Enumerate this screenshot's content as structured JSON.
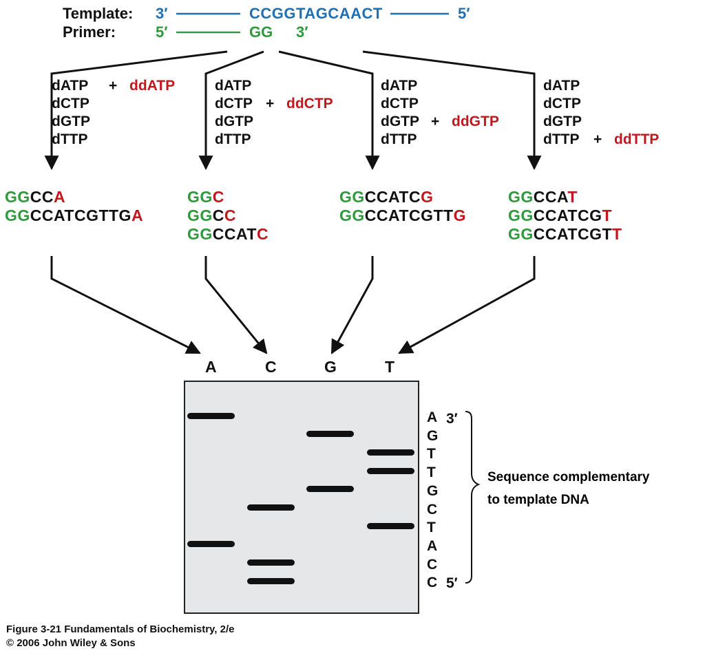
{
  "template": {
    "label": "Template:",
    "end_left": "3′",
    "sequence": "CCGGTAGCAACT",
    "end_right": "5′"
  },
  "primer": {
    "label": "Primer:",
    "end_left": "5′",
    "sequence": "GG",
    "end_right": "3′"
  },
  "reactions": [
    {
      "dntps": [
        "dATP",
        "dCTP",
        "dGTP",
        "dTTP"
      ],
      "plus": "+",
      "dd": "ddATP",
      "dd_row": 0,
      "products": [
        {
          "g": "GG",
          "k": "CC",
          "r": "A"
        },
        {
          "g": "GG",
          "k": "CCATCGTTG",
          "r": "A"
        }
      ]
    },
    {
      "dntps": [
        "dATP",
        "dCTP",
        "dGTP",
        "dTTP"
      ],
      "plus": "+",
      "dd": "ddCTP",
      "dd_row": 1,
      "products": [
        {
          "g": "GG",
          "k": "",
          "r": "C"
        },
        {
          "g": "GG",
          "k": "C",
          "r": "C"
        },
        {
          "g": "GG",
          "k": "CCAT",
          "r": "C"
        }
      ]
    },
    {
      "dntps": [
        "dATP",
        "dCTP",
        "dGTP",
        "dTTP"
      ],
      "plus": "+",
      "dd": "ddGTP",
      "dd_row": 2,
      "products": [
        {
          "g": "GG",
          "k": "CCATC",
          "r": "G"
        },
        {
          "g": "GG",
          "k": "CCATCGTT",
          "r": "G"
        }
      ]
    },
    {
      "dntps": [
        "dATP",
        "dCTP",
        "dGTP",
        "dTTP"
      ],
      "plus": "+",
      "dd": "ddTTP",
      "dd_row": 3,
      "products": [
        {
          "g": "GG",
          "k": "CCA",
          "r": "T"
        },
        {
          "g": "GG",
          "k": "CCATCG",
          "r": "T"
        },
        {
          "g": "GG",
          "k": "CCATCGT",
          "r": "T"
        }
      ]
    }
  ],
  "gel": {
    "lanes": [
      "A",
      "C",
      "G",
      "T"
    ],
    "bands": [
      {
        "lane": 0,
        "position": 1
      },
      {
        "lane": 2,
        "position": 2
      },
      {
        "lane": 3,
        "position": 3
      },
      {
        "lane": 3,
        "position": 4
      },
      {
        "lane": 2,
        "position": 5
      },
      {
        "lane": 1,
        "position": 6
      },
      {
        "lane": 3,
        "position": 7
      },
      {
        "lane": 0,
        "position": 8
      },
      {
        "lane": 1,
        "position": 9
      },
      {
        "lane": 1,
        "position": 10
      }
    ]
  },
  "read_sequence": {
    "bases": [
      "A",
      "G",
      "T",
      "T",
      "G",
      "C",
      "T",
      "A",
      "C",
      "C"
    ],
    "end_top": "3′",
    "end_bottom": "5′"
  },
  "caption": {
    "line1": "Sequence complementary",
    "line2": "to template DNA"
  },
  "footer": {
    "line1": "Figure 3-21  Fundamentals of Biochemistry, 2/e",
    "line2": "© 2006 John Wiley & Sons"
  },
  "colors": {
    "template": "#1f6fb3",
    "primer": "#2e9a3c",
    "terminator": "#c0181c",
    "gel": "#e6e7e9",
    "band": "#111111"
  }
}
